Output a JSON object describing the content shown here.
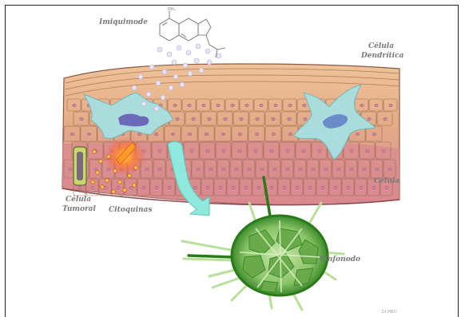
{
  "labels": {
    "imiquimod": "Imiquimode",
    "dendritic_1": "Célula",
    "dendritic_2": "Dendrítica",
    "tumor_1": "Célula",
    "tumor_2": "Tumoral",
    "cytokines": "Citoquinas",
    "lymph_node": "Linfonodo",
    "credit": "Dr.HB©"
  },
  "colors": {
    "epidermis_upper": "#e7b586",
    "epidermis_lower": "#d99c80",
    "basal_layer": "#d98a8e",
    "cell_outline": "#9a6a52",
    "nucleus": "#c98aa0",
    "dendritic_cell": "#a8e0e2",
    "arrow": "#8ee8dc",
    "lymph_node": "#3a8a2a",
    "lymph_node_light": "#9ccf7a",
    "tumor_cell": "#9aa84a",
    "cytokine_glow": "#ff6a2a",
    "label_text": "#7a7a7a"
  }
}
